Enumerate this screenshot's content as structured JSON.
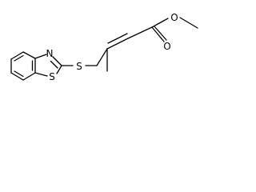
{
  "molecule": {
    "atoms": {
      "n1": "N",
      "s1": "S",
      "s2": "S",
      "o1": "O",
      "o2": "O"
    }
  }
}
